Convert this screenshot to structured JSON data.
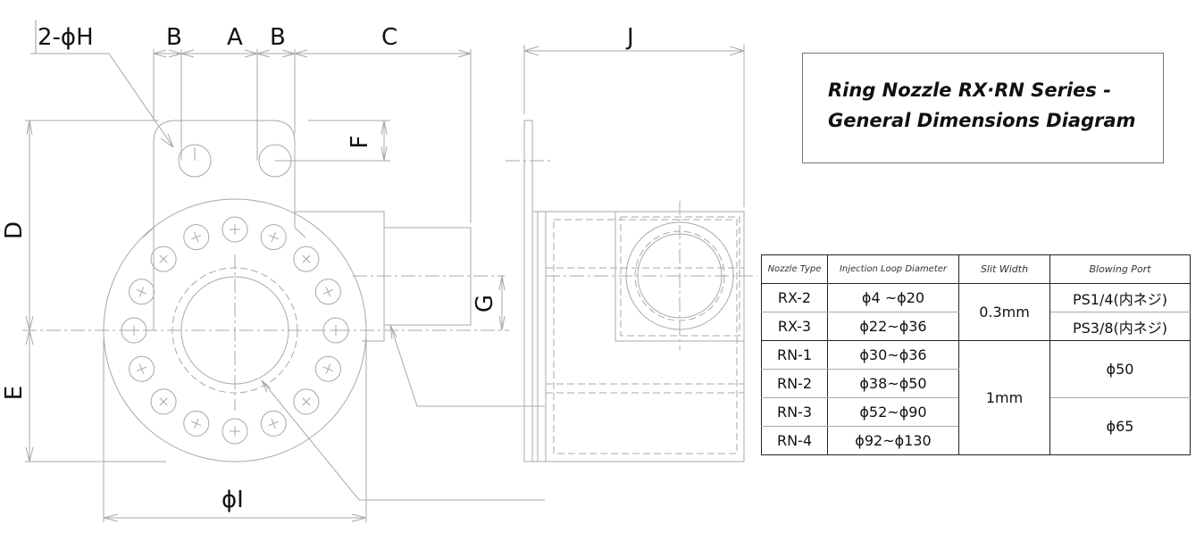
{
  "title": {
    "line1": "Ring Nozzle RX·RN Series -",
    "line2": "General Dimensions Diagram"
  },
  "dimension_labels": {
    "holes": "2-ϕH",
    "a": "A",
    "b_left": "B",
    "b_right": "B",
    "c": "C",
    "d": "D",
    "e": "E",
    "f": "F",
    "g": "G",
    "i": "ϕI",
    "j": "J"
  },
  "table": {
    "headers": [
      "Nozzle Type",
      "Injection Loop Diameter",
      "Slit Width",
      "Blowing Port"
    ],
    "rows": [
      {
        "type": "RX-2",
        "loop": "ϕ4  ~ϕ20"
      },
      {
        "type": "RX-3",
        "loop": "ϕ22~ϕ36"
      },
      {
        "type": "RN-1",
        "loop": "ϕ30~ϕ36"
      },
      {
        "type": "RN-2",
        "loop": "ϕ38~ϕ50"
      },
      {
        "type": "RN-3",
        "loop": "ϕ52~ϕ90"
      },
      {
        "type": "RN-4",
        "loop": "ϕ92~ϕ130"
      }
    ],
    "slit_rx": "0.3mm",
    "slit_rn": "1mm",
    "port_rx2": "PS1/4(内ネジ)",
    "port_rx3": "PS3/8(内ネジ)",
    "port_rn12": "ϕ50",
    "port_rn34": "ϕ65"
  }
}
